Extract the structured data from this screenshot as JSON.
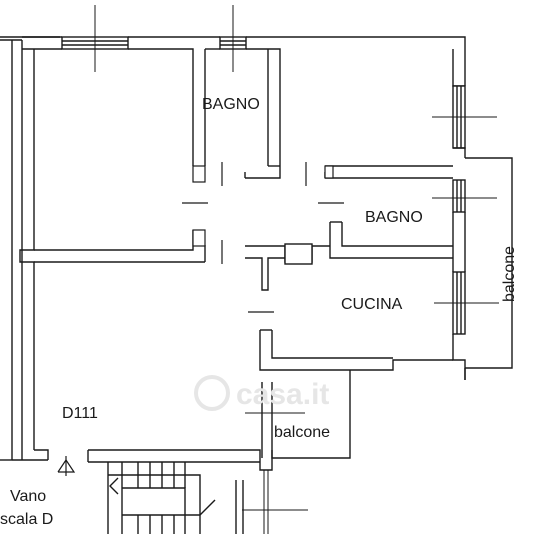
{
  "plan": {
    "rooms": {
      "bagno_top": "BAGNO",
      "bagno_right": "BAGNO",
      "cucina": "CUCINA",
      "unit_code": "D111"
    },
    "balconies": {
      "right": "balcone",
      "bottom": "balcone"
    },
    "stair": {
      "line1": "Vano",
      "line2": "scala D"
    },
    "watermark": "casa.it",
    "colors": {
      "wall": "#1a1a1a",
      "background": "#ffffff",
      "watermark": "#e6e6e6"
    }
  }
}
